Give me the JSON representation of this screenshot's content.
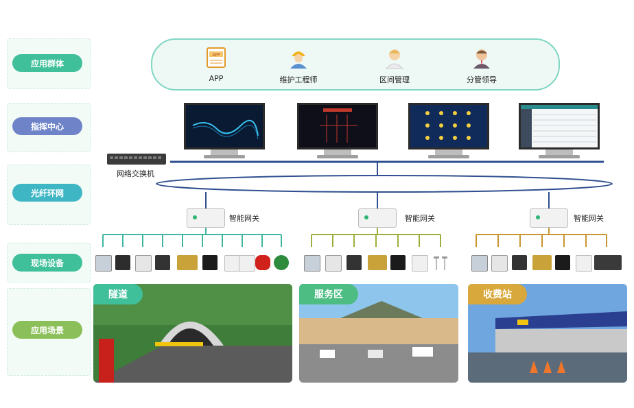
{
  "rows": [
    {
      "label": "应用群体",
      "color": "#3fbf9a"
    },
    {
      "label": "指挥中心",
      "color": "#6f84c8"
    },
    {
      "label": "光纤环网",
      "color": "#3fb6c4"
    },
    {
      "label": "现场设备",
      "color": "#3fbf9a"
    },
    {
      "label": "应用场景",
      "color": "#8bbf5a"
    }
  ],
  "users": [
    {
      "label": "APP",
      "icon": "app-icon"
    },
    {
      "label": "维护工程师",
      "icon": "engineer-icon"
    },
    {
      "label": "区间管理",
      "icon": "manager-icon"
    },
    {
      "label": "分管领导",
      "icon": "leader-icon"
    }
  ],
  "switch_label": "网络交换机",
  "gateways": [
    {
      "label": "智能网关",
      "color": "#3fb6a0"
    },
    {
      "label": "智能网关",
      "color": "#9fae3a"
    },
    {
      "label": "智能网关",
      "color": "#c8952f"
    }
  ],
  "scenes": [
    {
      "label": "隧道",
      "color": "#3fbf9a"
    },
    {
      "label": "服务区",
      "color": "#4dbd84"
    },
    {
      "label": "收费站",
      "color": "#d8a83c"
    }
  ]
}
